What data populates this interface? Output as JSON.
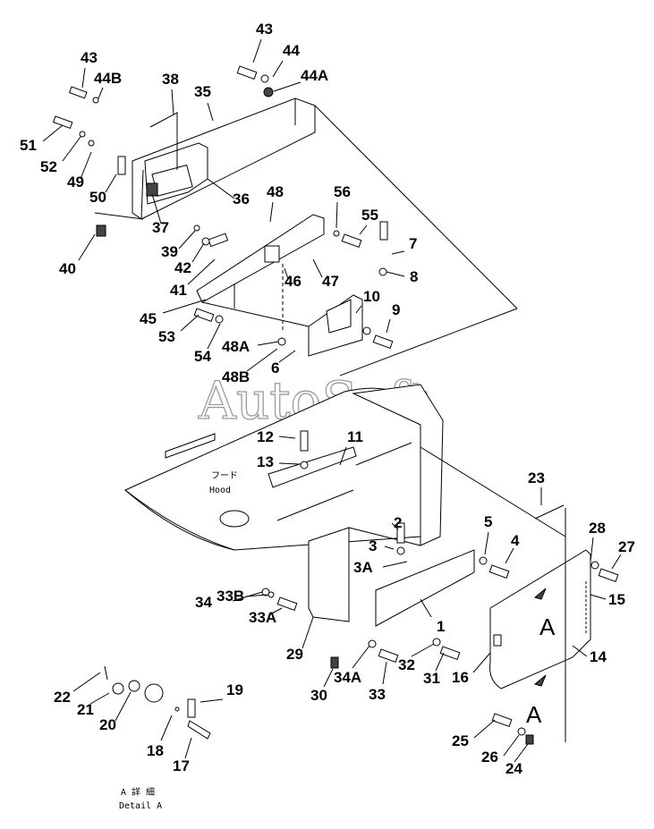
{
  "diagram": {
    "callouts": [
      "1",
      "2",
      "3",
      "3A",
      "4",
      "5",
      "6",
      "7",
      "8",
      "9",
      "10",
      "11",
      "12",
      "13",
      "14",
      "15",
      "16",
      "17",
      "18",
      "19",
      "20",
      "21",
      "22",
      "23",
      "24",
      "25",
      "26",
      "27",
      "28",
      "29",
      "30",
      "31",
      "32",
      "33",
      "33A",
      "33B",
      "34",
      "34A",
      "35",
      "36",
      "37",
      "38",
      "39",
      "40",
      "41",
      "42",
      "43",
      "43",
      "44",
      "44A",
      "44B",
      "45",
      "46",
      "47",
      "48",
      "48A",
      "48B",
      "49",
      "50",
      "51",
      "52",
      "53",
      "54",
      "55",
      "56"
    ],
    "hood_label_jp": "フード",
    "hood_label_en": "Hood",
    "view_letter_1": "A",
    "view_letter_2": "A",
    "detail_label_jp": "A 詳 細",
    "detail_label_en": "Detail A",
    "watermark": "AutoSoft"
  }
}
